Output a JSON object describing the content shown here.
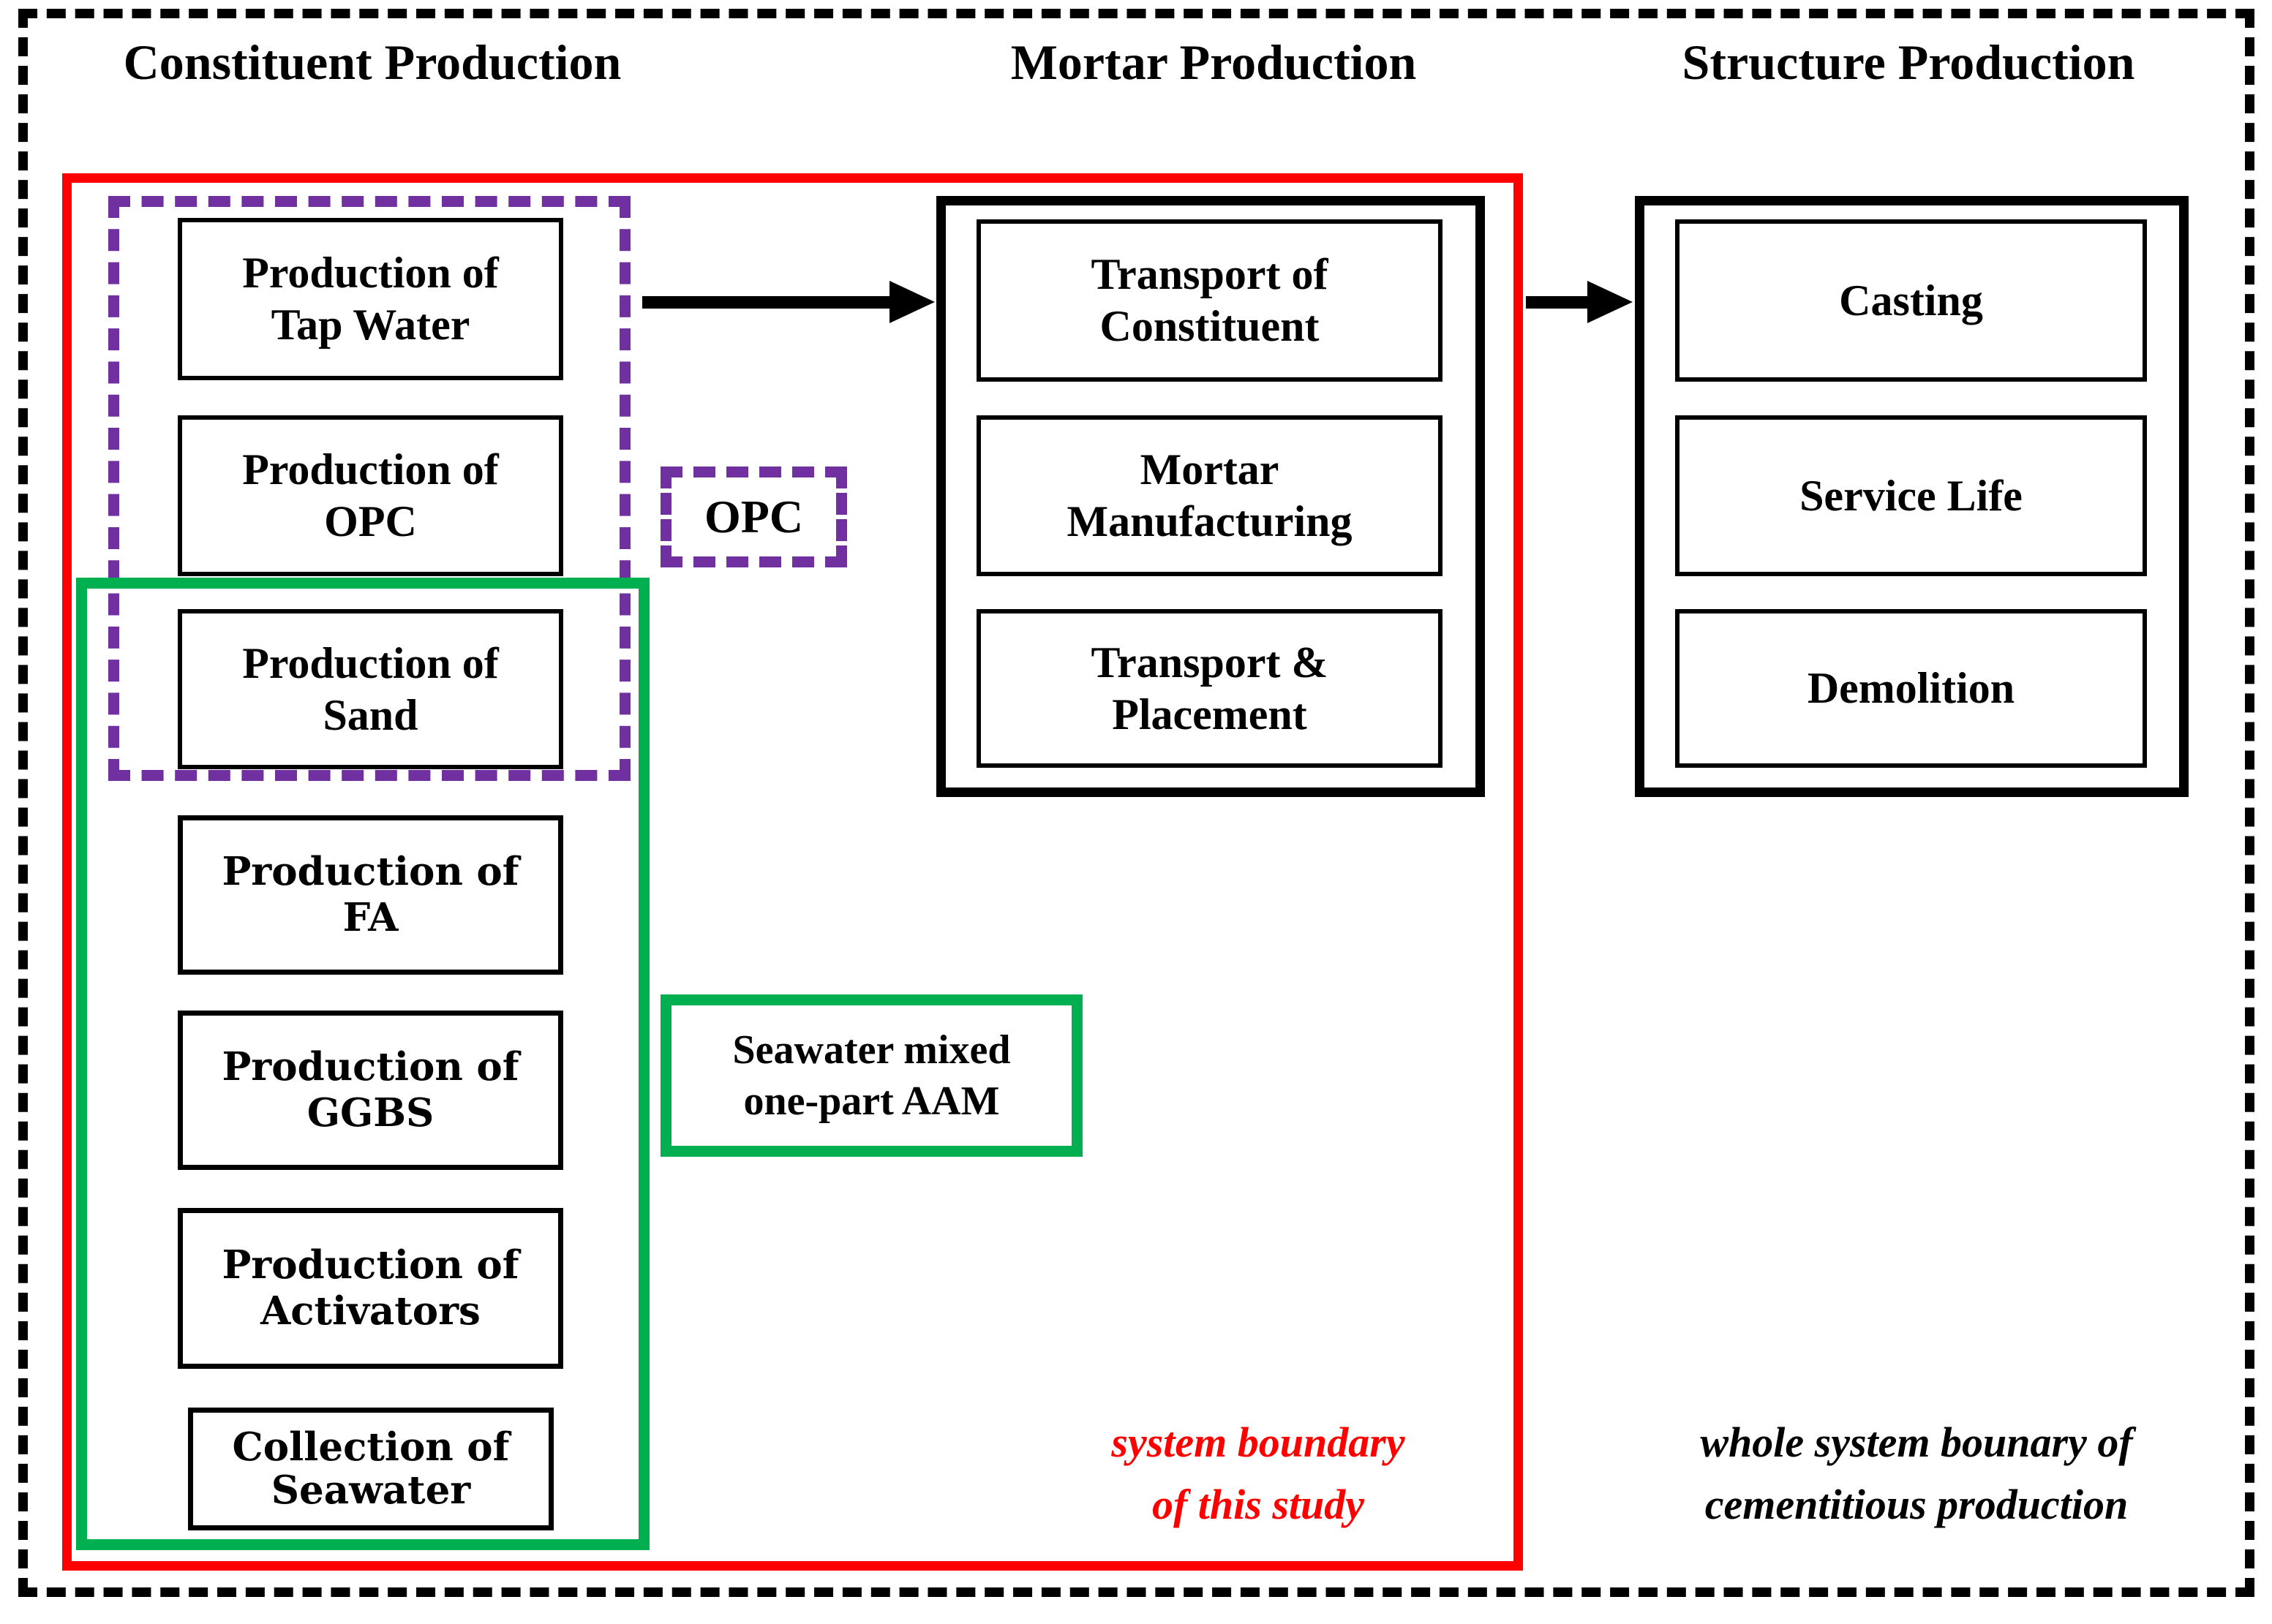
{
  "diagram": {
    "headers": {
      "constituent": "Constituent Production",
      "mortar": "Mortar Production",
      "structure": "Structure Production"
    },
    "constituent_boxes": {
      "tap_water": {
        "line1": "Production of",
        "line2": "Tap Water"
      },
      "opc": {
        "line1": "Production of",
        "line2": "OPC"
      },
      "sand": {
        "line1": "Production of",
        "line2": "Sand"
      },
      "fa": {
        "line1": "Production of",
        "line2": "FA"
      },
      "ggbs": {
        "line1": "Production of",
        "line2": "GGBS"
      },
      "activators": {
        "line1": "Production of",
        "line2": "Activators"
      },
      "seawater": {
        "line1": "Collection of",
        "line2": "Seawater"
      }
    },
    "mortar_boxes": {
      "transport_constituent": {
        "line1": "Transport of",
        "line2": "Constituent"
      },
      "mortar_manufacturing": {
        "line1": "Mortar",
        "line2": "Manufacturing"
      },
      "transport_placement": {
        "line1": "Transport &",
        "line2": "Placement"
      }
    },
    "structure_boxes": {
      "casting": "Casting",
      "service_life": "Service Life",
      "demolition": "Demolition"
    },
    "labels": {
      "opc_tag": "OPC",
      "aam_tag": {
        "line1": "Seawater mixed",
        "line2": "one-part AAM"
      }
    },
    "captions": {
      "study_boundary": {
        "line1": "system boundary",
        "line2": "of this study"
      },
      "whole_boundary": {
        "line1": "whole system bounary of",
        "line2": "cementitious production"
      }
    },
    "colors": {
      "study_boundary": "#FF0000",
      "aam_group": "#00B050",
      "opc_group": "#7030A0",
      "outline": "#000000"
    }
  }
}
